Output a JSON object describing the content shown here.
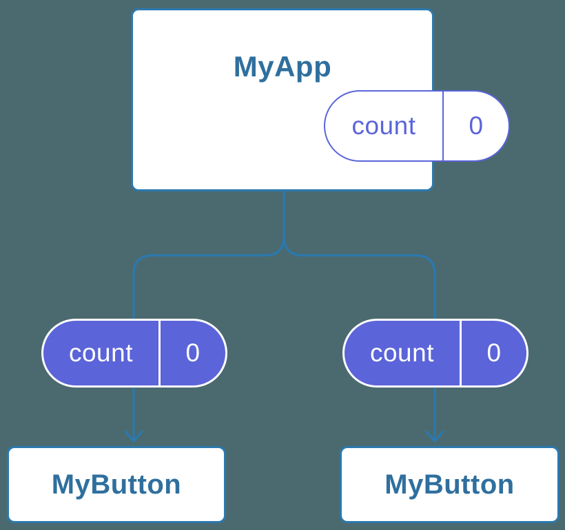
{
  "canvas": {
    "background": "#4b6a70"
  },
  "colors": {
    "connector_blue": "#2b79ae",
    "node_border_blue": "#2b79ae",
    "node_fill": "#ffffff",
    "title_text_blue": "#2f6f9e",
    "pill_purple": "#5b64d8",
    "pill_outline_purple": "#5a64da",
    "pill_text_white": "#ffffff"
  },
  "nodes": {
    "root": {
      "label": "MyApp",
      "state": {
        "key": "count",
        "value": "0"
      }
    },
    "props": [
      {
        "key": "count",
        "value": "0"
      },
      {
        "key": "count",
        "value": "0"
      }
    ],
    "children": [
      {
        "label": "MyButton"
      },
      {
        "label": "MyButton"
      }
    ]
  }
}
